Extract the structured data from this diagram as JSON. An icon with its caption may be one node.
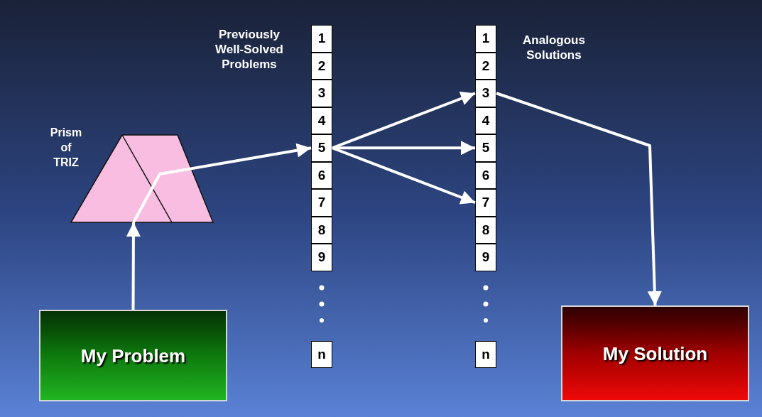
{
  "diagram": {
    "nodes": [
      {
        "text": [
          "My Problem"
        ]
      },
      {
        "text": [],
        "shape": "trapezoid",
        "beside": [
          "Prism of TRIZ"
        ]
      },
      {
        "text": [
          "1"
        ]
      },
      {
        "text": [
          "2"
        ]
      },
      {
        "text": [
          "3"
        ]
      },
      {
        "text": [
          "4"
        ]
      },
      {
        "text": [
          "5"
        ]
      },
      {
        "text": [
          "6"
        ]
      },
      {
        "text": [
          "7"
        ]
      },
      {
        "text": [
          "8"
        ]
      },
      {
        "text": [
          "9"
        ]
      },
      {
        "text": [
          "n"
        ]
      },
      {
        "text": [
          "1"
        ]
      },
      {
        "text": [
          "2"
        ]
      },
      {
        "text": [
          "3"
        ]
      },
      {
        "text": [
          "4"
        ]
      },
      {
        "text": [
          "5"
        ]
      },
      {
        "text": [
          "6"
        ]
      },
      {
        "text": [
          "7"
        ]
      },
      {
        "text": [
          "8"
        ]
      },
      {
        "text": [
          "9"
        ]
      },
      {
        "text": [
          "n"
        ]
      },
      {
        "text": [
          "My Solution"
        ]
      }
    ],
    "edges": [
      {
        "from": 0,
        "to": 1,
        "arrow": "to"
      },
      {
        "from": 1,
        "to": 6,
        "arrow": "to"
      },
      {
        "from": 6,
        "to": 14,
        "arrow": "to"
      },
      {
        "from": 6,
        "to": 16,
        "arrow": "to"
      },
      {
        "from": 6,
        "to": 18,
        "arrow": "to"
      },
      {
        "from": 14,
        "to": 22,
        "arrow": "to"
      }
    ],
    "labels": [
      "Previously Well-Solved Problems",
      "Analogous Solutions"
    ]
  }
}
